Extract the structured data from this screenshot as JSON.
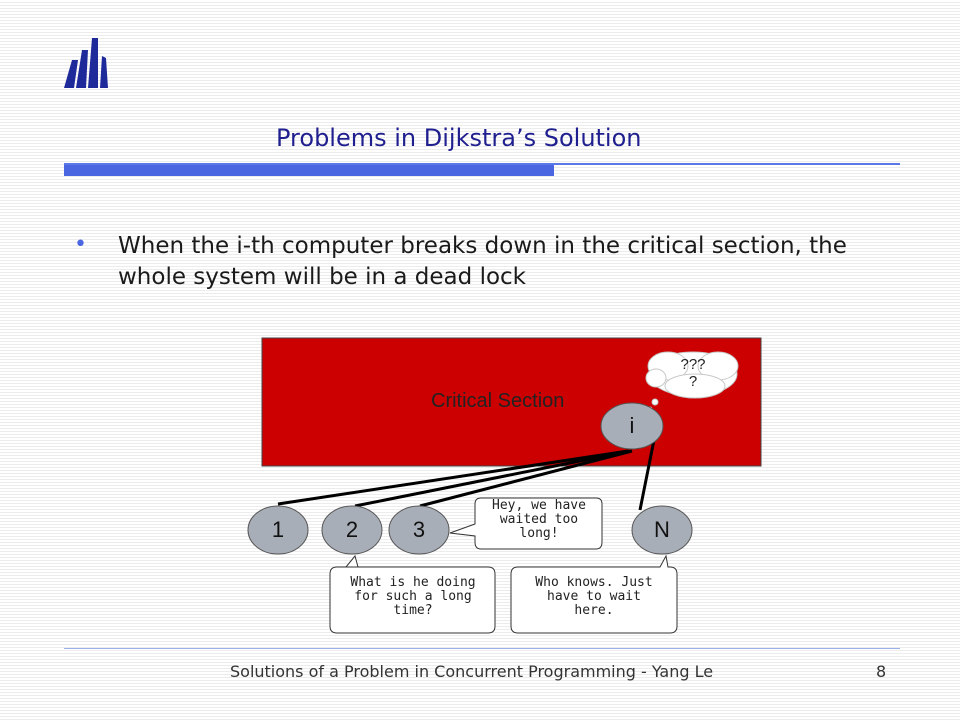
{
  "slide": {
    "title": "Problems in Dijkstra’s Solution",
    "bullets": [
      "When the i-th computer breaks down in the critical section, the whole system will be in a dead lock"
    ],
    "footer": "Solutions of a Problem in Concurrent Programming - Yang Le",
    "page_number": "8"
  },
  "diagram": {
    "critical_section_label": "Critical Section",
    "thought_cloud": "???\n?",
    "nodes": {
      "i": "i",
      "n1": "1",
      "n2": "2",
      "n3": "3",
      "nN": "N"
    },
    "speech_bubbles": {
      "node3": "Hey, we have\nwaited too\nlong!",
      "node2": "What is he doing\nfor such a long\ntime?",
      "nodeN": "Who knows. Just\nhave to wait\nhere."
    }
  },
  "colors": {
    "critical_section_fill": "#cc0000",
    "node_fill": "#a8aeb8",
    "title_color": "#1f1f8f",
    "accent_bar": "#4a66e0"
  }
}
